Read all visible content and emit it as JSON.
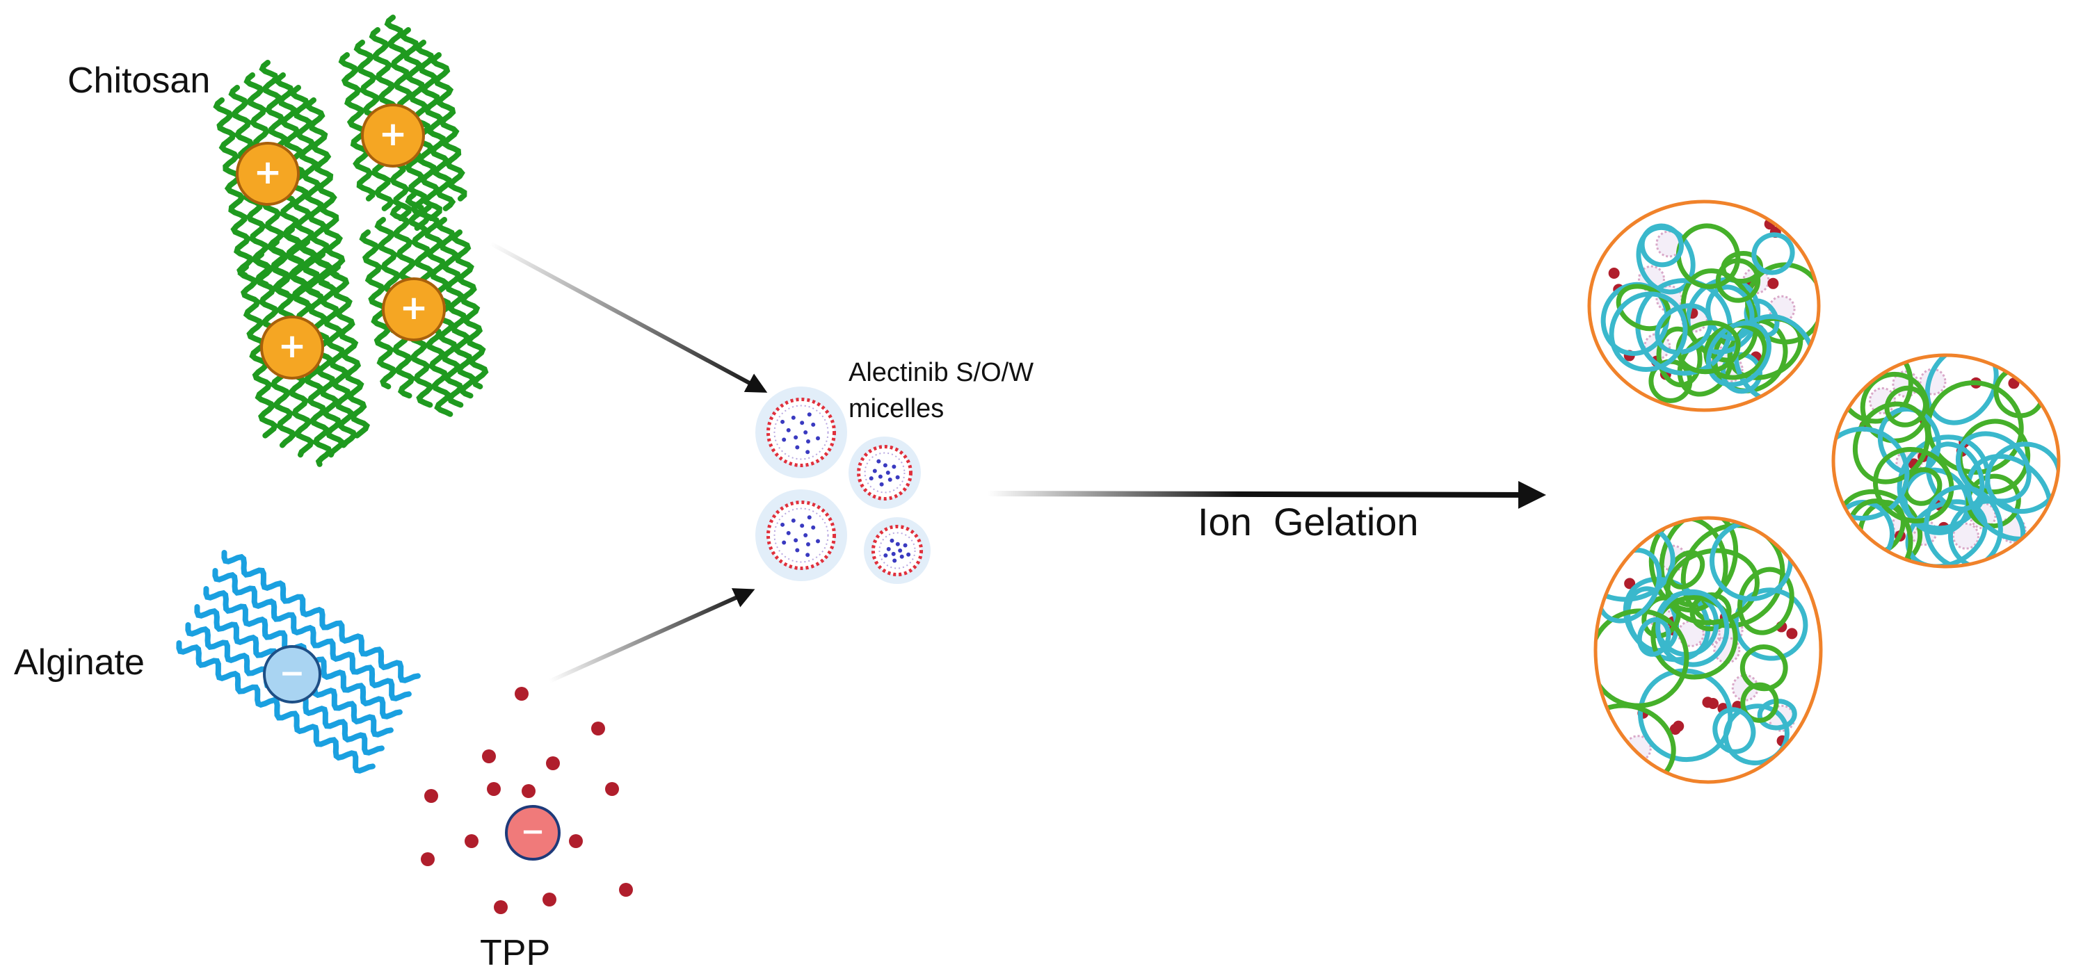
{
  "labels": {
    "chitosan": "Chitosan",
    "alginate": "Alginate",
    "tpp": "TPP",
    "micelles_line1": "Alectinib S/O/W",
    "micelles_line2": "micelles",
    "process": "Ion  Gelation"
  },
  "charges": {
    "positive": "+",
    "negative": "−"
  },
  "colors": {
    "chitosan_chain": "#1f9a1f",
    "chitosan_bead": "#f5a623",
    "chitosan_bead_border": "#a8600b",
    "alginate_chain": "#1aa0e0",
    "alginate_bead": "#a9d4f2",
    "alginate_bead_border": "#1e4f86",
    "tpp_dot": "#b01e2c",
    "tpp_bead": "#f07a7a",
    "micelle_halo": "#e2eef9",
    "micelle_ring": "#e0303c",
    "micelle_core_dot": "#3a3ac0",
    "particle_border": "#f0822a",
    "particle_green": "#45b02a",
    "particle_cyan": "#3ab8cc",
    "arrow": "#111111"
  }
}
